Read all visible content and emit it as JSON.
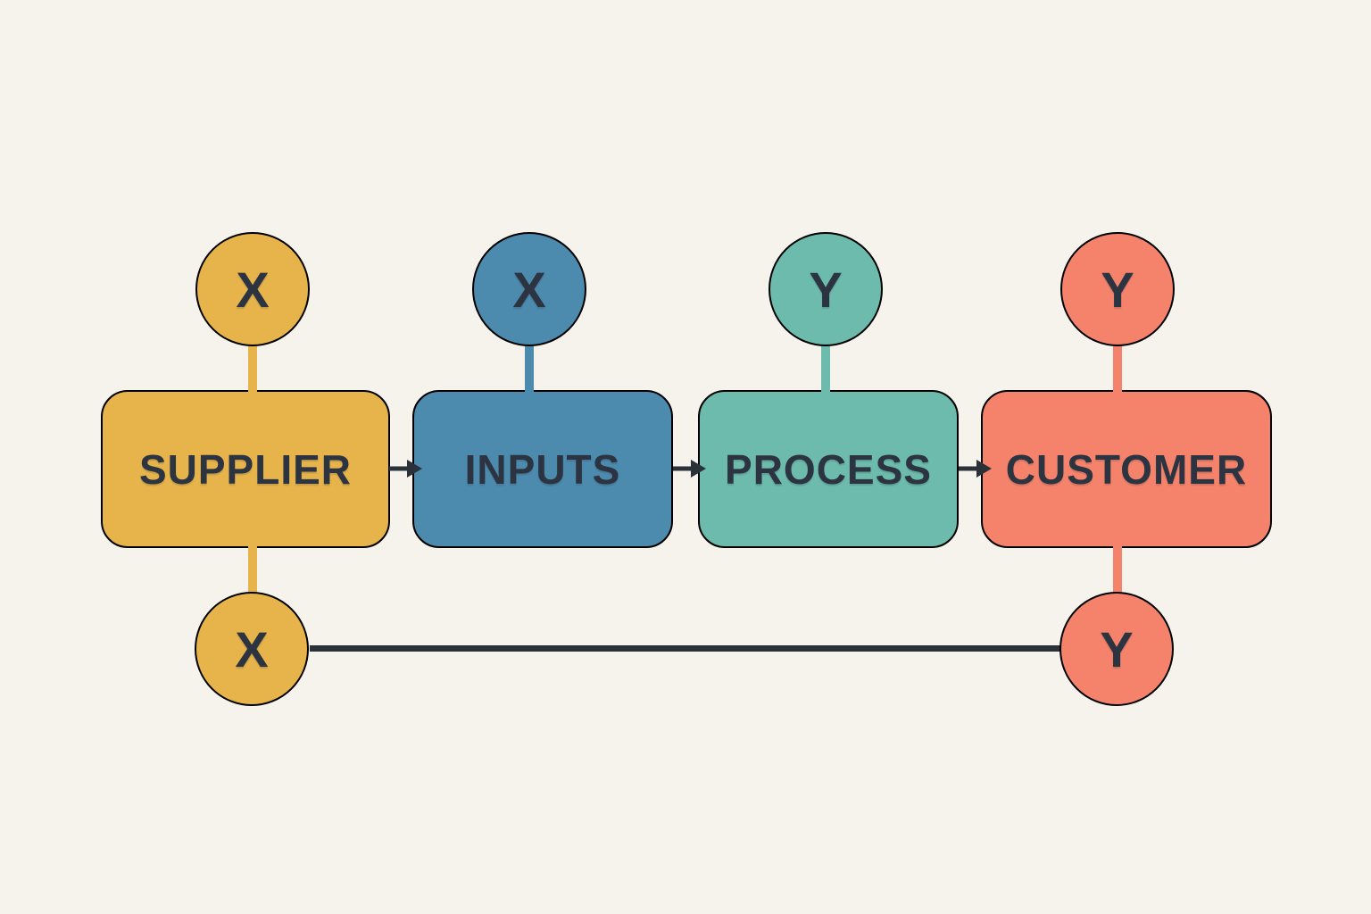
{
  "diagram": {
    "type": "flow",
    "background_color": "#F6F2EC",
    "text_color": "#2B3440",
    "feedback_line_color": "#2B3138",
    "stages": [
      {
        "label": "SUPPLIER",
        "color": "#E7B44B",
        "top_badge": "X"
      },
      {
        "label": "INPUTS",
        "color": "#4C8AAE",
        "top_badge": "X"
      },
      {
        "label": "PROCESS",
        "color": "#6CBBAC",
        "top_badge": "Y"
      },
      {
        "label": "CUSTOMER",
        "color": "#F5836B",
        "top_badge": "Y"
      }
    ],
    "bottom_badges": [
      {
        "label": "X",
        "color": "#E7B44B",
        "attached_stage": "SUPPLIER"
      },
      {
        "label": "Y",
        "color": "#F5836B",
        "attached_stage": "CUSTOMER"
      }
    ],
    "arrow_color": "#2B3138"
  }
}
